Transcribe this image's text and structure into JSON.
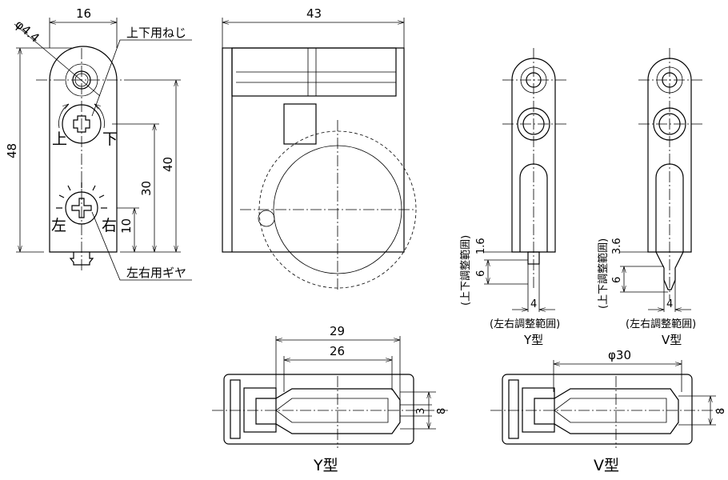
{
  "front_view": {
    "width": "16",
    "hole_dia": "φ4.4",
    "vertical_screw": "上下用ねじ",
    "up": "上",
    "down": "下",
    "height": "48",
    "dim_40": "40",
    "dim_30": "30",
    "dim_10": "10",
    "left": "左",
    "right": "右",
    "lateral_gear": "左右用ギヤ"
  },
  "side_view": {
    "width": "43"
  },
  "y_type_view": {
    "dim_top": "1.6",
    "dim_range": "6",
    "vertical_range": "(上下調整範囲)",
    "dim_lateral": "4",
    "lateral_range": "(左右調整範囲)",
    "label": "Y型"
  },
  "v_type_view": {
    "dim_top": "3.6",
    "dim_range": "6",
    "vertical_range": "(上下調整範囲)",
    "dim_lateral": "4",
    "lateral_range": "(左右調整範囲)",
    "label": "V型"
  },
  "y_bottom_view": {
    "dim_29": "29",
    "dim_26": "26",
    "dim_3": "3",
    "dim_8": "8",
    "label": "Y型"
  },
  "v_bottom_view": {
    "dim_dia": "φ30",
    "dim_8": "8",
    "label": "V型"
  }
}
